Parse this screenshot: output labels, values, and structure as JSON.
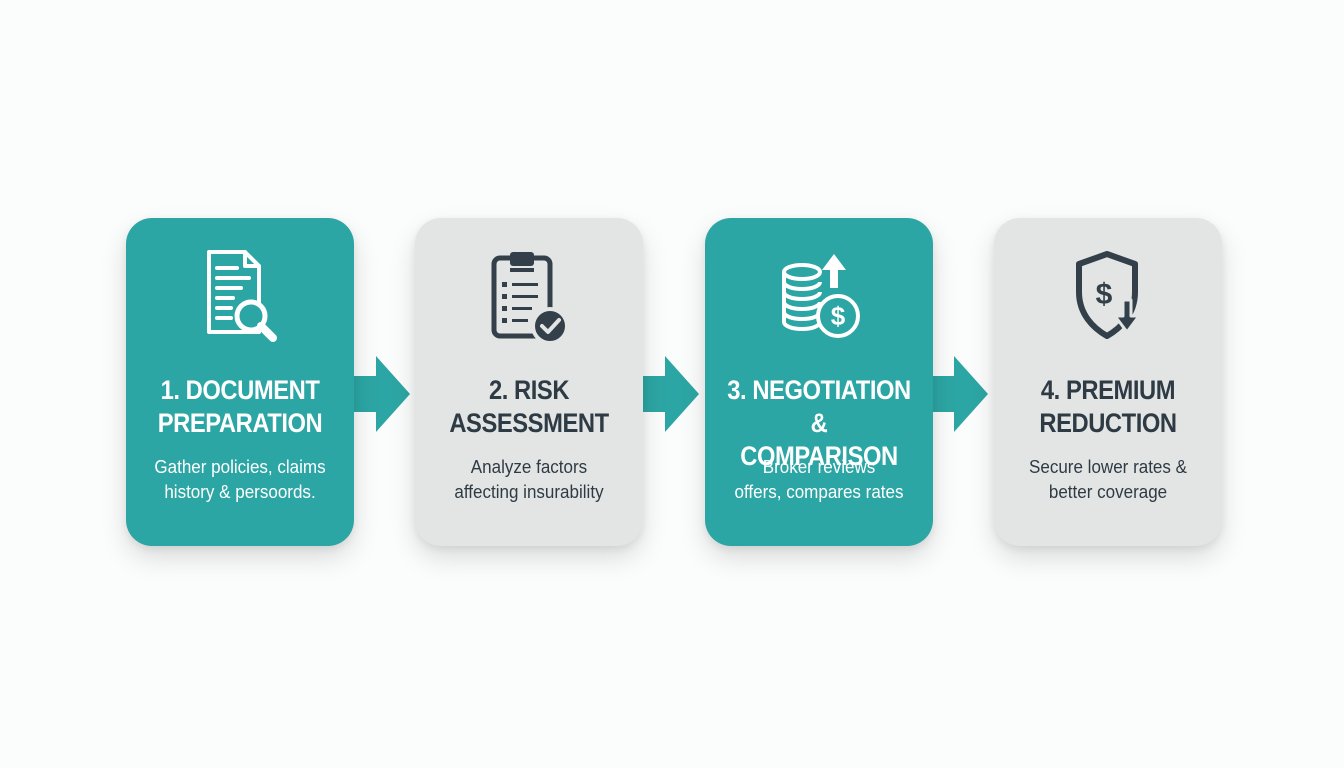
{
  "steps": [
    {
      "title_line1": "1. DOCUMENT",
      "title_line2": "PREPARATION",
      "desc_line1": "Gather policies, claims",
      "desc_line2": "history & persoords.",
      "icon": "document-magnifier-icon",
      "style": "teal"
    },
    {
      "title_line1": "2. RISK",
      "title_line2": "ASSESSMENT",
      "desc_line1": "Analyze factors",
      "desc_line2": "affecting insurability",
      "icon": "clipboard-check-icon",
      "style": "gray"
    },
    {
      "title_line1": "3. NEGOTIATION &",
      "title_line2": "COMPARISON",
      "desc_line1": "Broker reviews",
      "desc_line2": "offers, compares rates",
      "icon": "coins-dollar-up-icon",
      "style": "teal"
    },
    {
      "title_line1": "4. PREMIUM",
      "title_line2": "REDUCTION",
      "desc_line1": "Secure lower rates &",
      "desc_line2": "better coverage",
      "icon": "shield-dollar-down-icon",
      "style": "gray"
    }
  ],
  "colors": {
    "teal": "#2ca6a4",
    "gray": "#e3e5e5",
    "dark": "#33404a",
    "background": "#fbfcfc"
  }
}
